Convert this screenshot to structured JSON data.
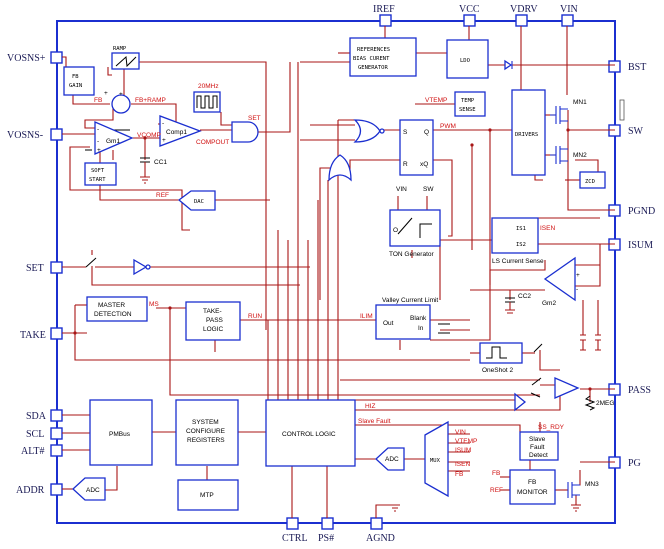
{
  "pins_left": [
    "VOSNS+",
    "VOSNS-",
    "SET",
    "TAKE",
    "SDA",
    "SCL",
    "ALT#",
    "ADDR"
  ],
  "pins_top": [
    "IREF",
    "VCC",
    "VDRV",
    "VIN"
  ],
  "pins_right": [
    "BST",
    "SW",
    "PGND",
    "ISUM",
    "PASS",
    "PG"
  ],
  "pins_bottom": [
    "CTRL",
    "PS#",
    "AGND"
  ],
  "blocks": {
    "ramp": "RAMP",
    "fb_gain": [
      "FB",
      "GAIN"
    ],
    "gm1": "Gm1",
    "comp1": "Comp1",
    "osc": "20MHz",
    "soft_start": [
      "SOFT",
      "START"
    ],
    "dac": "DAC",
    "refs": [
      "REFERENCES",
      "BIAS CURENT",
      "GENERATOR"
    ],
    "ldo": "LDO",
    "temp_sense": [
      "TEMP",
      "SENSE"
    ],
    "drivers": "DRIVERS",
    "zcd": "ZCD",
    "ton": "TON Generator",
    "ls_current": "LS Current Sense",
    "gm2": "Gm2",
    "master": [
      "MASTER",
      "DETECTION"
    ],
    "take_pass": [
      "TAKE-",
      "PASS",
      "LOGIC"
    ],
    "valley_title": "Valley Current Limit",
    "valley_out": "Out",
    "valley_blank": "Blank",
    "valley_in": "In",
    "oneshot": "OneShot 2",
    "pmbus": "PMBus",
    "sys_cfg": [
      "SYSTEM",
      "CONFIGURE",
      "REGISTERS"
    ],
    "mtp": "MTP",
    "control_logic": "CONTROL LOGIC",
    "adc_adc": "ADC",
    "adc_addr": "ADC",
    "mux": "MUX",
    "slave_fault_detect": [
      "Slave",
      "Fault",
      "Detect"
    ],
    "fb_monitor": [
      "FB",
      "MONITOR"
    ],
    "sr_s": "S",
    "sr_r": "R",
    "sr_q": "Q",
    "sr_xq": "xQ",
    "is1": "IS1",
    "is2": "IS2",
    "ton_o": "O"
  },
  "signals": {
    "fb": "FB",
    "fb_ramp": "FB+RAMP",
    "vcomp": "VCOMP",
    "cc1": "CC1",
    "cc2": "CC2",
    "set": "SET",
    "comp_out": "COMPOUT",
    "ref": "REF",
    "vtemp": "VTEMP",
    "pwm": "PWM",
    "vin_ton": "VIN",
    "sw_ton": "SW",
    "isen": "ISEN",
    "ms": "MS",
    "run": "RUN",
    "ilim": "ILIM",
    "hiz": "HIZ",
    "slave_fault": "Slave Fault",
    "ss_rdy": "SS_RDY",
    "mux_inputs": [
      "VIN",
      "VTEMP",
      "ISUM",
      "ISEN",
      "FB"
    ],
    "fb2": "FB",
    "ref2": "REF",
    "mn1": "MN1",
    "mn2": "MN2",
    "mn3": "MN3",
    "two_meg": "2MEG",
    "plus": "+",
    "minus": "-"
  }
}
